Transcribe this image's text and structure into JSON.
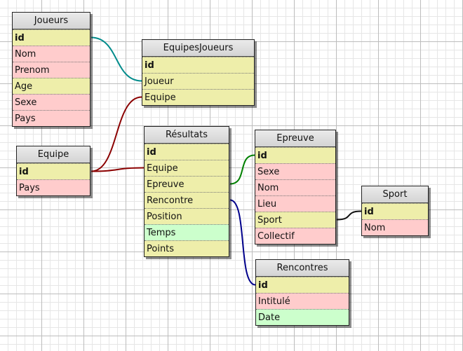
{
  "colors": {
    "key": "#eeeeaa",
    "attr": "#ffcccc",
    "green": "#ccffcc"
  },
  "tables": [
    {
      "id": "joueurs",
      "title": "Joueurs",
      "fields": [
        {
          "name": "id",
          "color": "y",
          "key": true
        },
        {
          "name": "Nom",
          "color": "r"
        },
        {
          "name": "Prenom",
          "color": "r"
        },
        {
          "name": "Age",
          "color": "y"
        },
        {
          "name": "Sexe",
          "color": "r"
        },
        {
          "name": "Pays",
          "color": "r"
        }
      ]
    },
    {
      "id": "equipesjoueurs",
      "title": "EquipesJoueurs",
      "fields": [
        {
          "name": "id",
          "color": "y",
          "key": true
        },
        {
          "name": "Joueur",
          "color": "y"
        },
        {
          "name": "Equipe",
          "color": "y"
        }
      ]
    },
    {
      "id": "equipe",
      "title": "Equipe",
      "fields": [
        {
          "name": "id",
          "color": "y",
          "key": true
        },
        {
          "name": "Pays",
          "color": "r"
        }
      ]
    },
    {
      "id": "resultats",
      "title": "Résultats",
      "fields": [
        {
          "name": "id",
          "color": "y",
          "key": true
        },
        {
          "name": "Equipe",
          "color": "y"
        },
        {
          "name": "Epreuve",
          "color": "y"
        },
        {
          "name": "Rencontre",
          "color": "y"
        },
        {
          "name": "Position",
          "color": "y"
        },
        {
          "name": "Temps",
          "color": "g"
        },
        {
          "name": "Points",
          "color": "y"
        }
      ]
    },
    {
      "id": "epreuve",
      "title": "Epreuve",
      "fields": [
        {
          "name": "id",
          "color": "y",
          "key": true
        },
        {
          "name": "Sexe",
          "color": "r"
        },
        {
          "name": "Nom",
          "color": "r"
        },
        {
          "name": "Lieu",
          "color": "r"
        },
        {
          "name": "Sport",
          "color": "y"
        },
        {
          "name": "Collectif",
          "color": "r"
        }
      ]
    },
    {
      "id": "sport",
      "title": "Sport",
      "fields": [
        {
          "name": "id",
          "color": "y",
          "key": true
        },
        {
          "name": "Nom",
          "color": "r"
        }
      ]
    },
    {
      "id": "rencontres",
      "title": "Rencontres",
      "fields": [
        {
          "name": "id",
          "color": "y",
          "key": true
        },
        {
          "name": "Intitulé",
          "color": "r"
        },
        {
          "name": "Date",
          "color": "g"
        }
      ]
    }
  ],
  "links": [
    {
      "from": "joueurs.id",
      "to": "equipesjoueurs.Joueur",
      "color": "#008b8b"
    },
    {
      "from": "equipe.id",
      "to": "equipesjoueurs.Equipe",
      "color": "#8b0000"
    },
    {
      "from": "equipe.id",
      "to": "resultats.Equipe",
      "color": "#8b0000"
    },
    {
      "from": "resultats.Epreuve",
      "to": "epreuve.id",
      "color": "#008000"
    },
    {
      "from": "resultats.Rencontre",
      "to": "rencontres.id",
      "color": "#00008b"
    },
    {
      "from": "epreuve.Sport",
      "to": "sport.id",
      "color": "#111111"
    }
  ]
}
